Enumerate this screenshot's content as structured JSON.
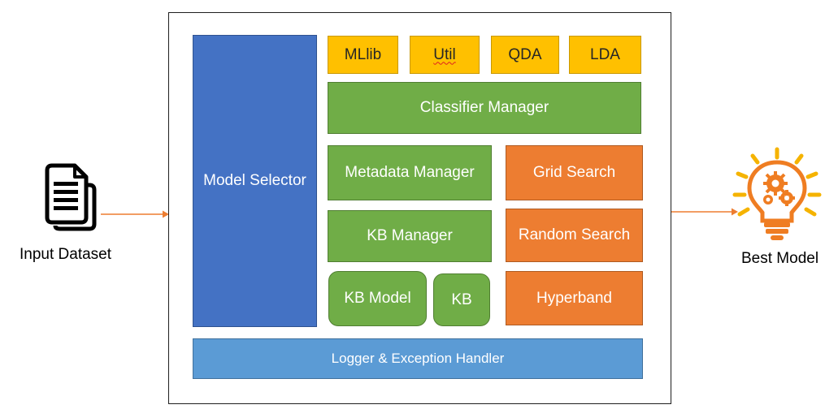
{
  "input": {
    "label": "Input Dataset",
    "icon": "documents-icon"
  },
  "output": {
    "label": "Best Model",
    "icon": "lightbulb-gears-icon"
  },
  "system": {
    "model_selector": "Model Selector",
    "libraries": [
      "MLlib",
      "Util",
      "QDA",
      "LDA"
    ],
    "classifier_manager": "Classifier Manager",
    "metadata_manager": "Metadata Manager",
    "kb_manager": "KB Manager",
    "kb_model": "KB Model",
    "kb": "KB",
    "search": [
      "Grid Search",
      "Random Search",
      "Hyperband"
    ],
    "logger": "Logger & Exception Handler"
  },
  "colors": {
    "arrow": "#ed7d31",
    "yellow": "#ffc000",
    "green": "#70ad47",
    "orange": "#ed7d31",
    "blue": "#4472c4",
    "light_blue": "#5b9bd5"
  }
}
